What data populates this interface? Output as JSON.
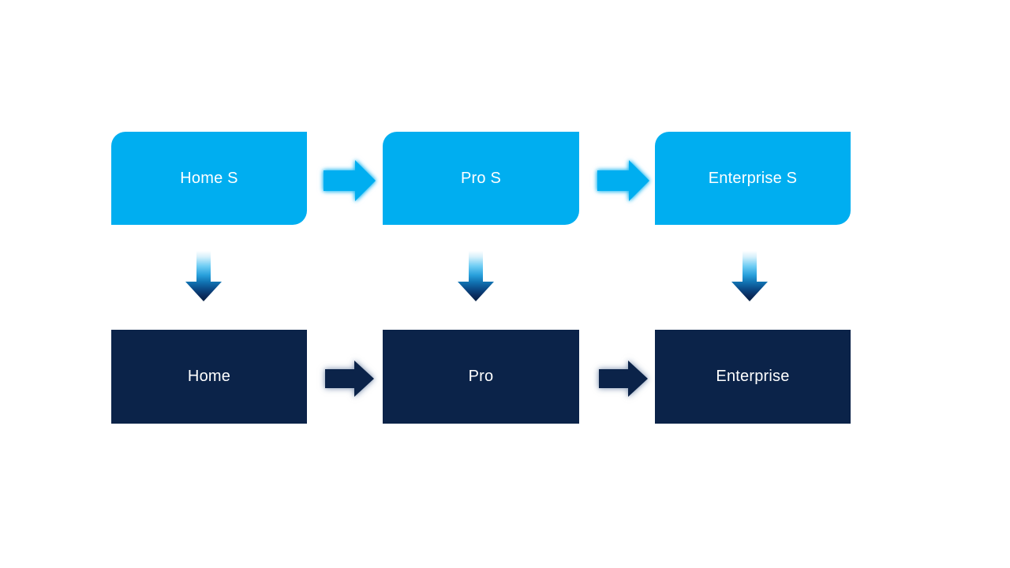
{
  "slide": {
    "type": "process-upgrade-diagram",
    "background": "#FFFFFF",
    "boxes": {
      "top": [
        {
          "label": "Home S"
        },
        {
          "label": "Pro S"
        },
        {
          "label": "Enterprise S"
        }
      ],
      "bottom": [
        {
          "label": "Home"
        },
        {
          "label": "Pro"
        },
        {
          "label": "Enterprise"
        }
      ]
    },
    "connectors": {
      "horizontal_top": {
        "icon": "right-arrow",
        "count": 2,
        "fill": "#00AEF0",
        "glow": "rgba(0,174,240,0.8)"
      },
      "horizontal_bottom": {
        "icon": "right-arrow",
        "count": 2,
        "fill": "#0B2349",
        "glow": "rgba(125,145,175,0.7)"
      },
      "vertical": {
        "icon": "down-arrow",
        "count": 3,
        "gradient": [
          "#FFFFFF",
          "#6FCDF4",
          "#28A0DC",
          "#1173B2",
          "#0A2D60",
          "#071E41"
        ]
      }
    },
    "colors": {
      "top_box_fill": "#00AEF0",
      "bottom_box_fill": "#0B2349",
      "box_text": "#FFFFFF"
    }
  }
}
